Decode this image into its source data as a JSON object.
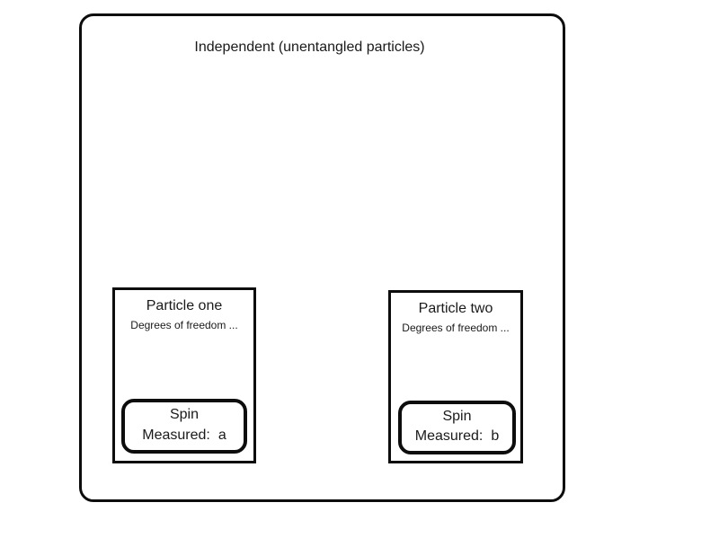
{
  "diagram": {
    "title": "Independent (unentangled particles)",
    "particles": [
      {
        "name": "Particle one",
        "degrees": "Degrees of freedom ...",
        "spin": {
          "label": "Spin",
          "measured_label": "Measured:",
          "measured_value": "a"
        }
      },
      {
        "name": "Particle two",
        "degrees": "Degrees of freedom ...",
        "spin": {
          "label": "Spin",
          "measured_label": "Measured:",
          "measured_value": "b"
        }
      }
    ],
    "colors": {
      "border": "#0d0d0d",
      "background": "#ffffff",
      "text": "#1a1a1a"
    }
  }
}
